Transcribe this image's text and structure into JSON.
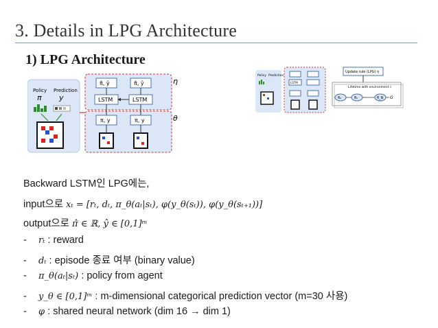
{
  "slide": {
    "title": "3. Details in LPG Architecture",
    "subtitle": "1) LPG Architecture"
  },
  "diagram_left": {
    "policy_label": "Policy",
    "policy_symbol": "π",
    "prediction_label": "Prediction",
    "prediction_symbol": "y",
    "top_box_1": "π̂, ŷ",
    "top_box_2": "π̂, ŷ",
    "lstm_1": "LSTM",
    "lstm_2": "LSTM",
    "in_box_1": "π, y",
    "in_box_2": "π, y",
    "eta": "η",
    "theta": "θ"
  },
  "diagram_right": {
    "update_rule": "Update rule (LPG) η",
    "lifetime": "Lifetime with environment ℰ",
    "node_theta0": "θ₀",
    "node_theta1": "θ₁",
    "node_thetaN": "θ_N",
    "node_G": "G",
    "policy_label": "Policy",
    "prediction_label": "Prediction",
    "lstm": "LSTM"
  },
  "body": {
    "line1": "Backward LSTM인 LPG에는,",
    "line2_prefix": "input으로",
    "line2_math": "xₜ = [rₜ, dₜ, π_θ(aₜ|sₜ), φ(y_θ(sₜ)), φ(y_θ(sₜ₊₁))]",
    "line3_prefix": "output으로",
    "line3_math": "π̂ ∈ ℝ, ŷ ∈ [0,1]ᵐ",
    "bullets": [
      {
        "dash": "-",
        "math": "rₜ",
        "text": " : reward"
      },
      {
        "dash": "-",
        "math": "dₜ",
        "text": " : episode 종료 여부 (binary value)"
      },
      {
        "dash": "-",
        "math": "π_θ(aₜ|sₜ)",
        "text": " : policy from agent"
      },
      {
        "dash": "-",
        "math": "y_θ ∈ [0,1]ᵐ",
        "text": " : m-dimensional categorical prediction vector (m=30 사용)"
      },
      {
        "dash": "-",
        "math": "φ",
        "text": " : shared neural network (dim 16 → dim 1)"
      }
    ]
  },
  "colors": {
    "accent_blue_bg": "#dbe6f7",
    "box_border": "#4a70b0",
    "policy_green": "#2e8b2e"
  }
}
